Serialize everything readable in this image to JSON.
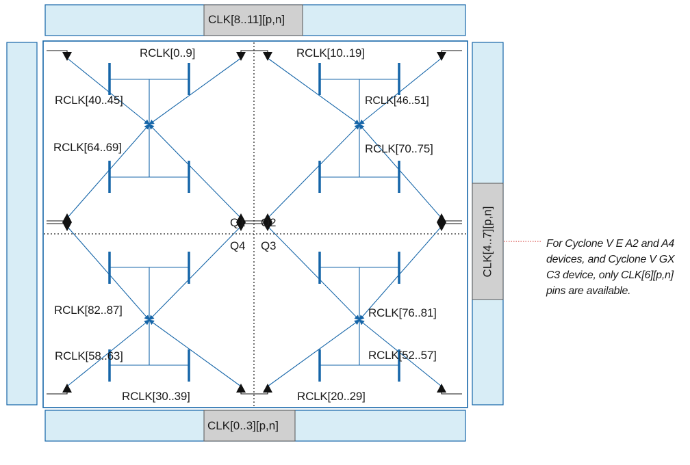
{
  "pins": {
    "top": "CLK[8..11][p,n]",
    "bottom": "CLK[0..3][p,n]",
    "right": "CLK[4..7][p,n]"
  },
  "quadrants": {
    "q1": "Q1",
    "q2": "Q2",
    "q3": "Q3",
    "q4": "Q4"
  },
  "rclk": {
    "q1_top": "RCLK[0..9]",
    "q2_top": "RCLK[10..19]",
    "q1_a": "RCLK[40..45]",
    "q1_b": "RCLK[64..69]",
    "q2_a": "RCLK[46..51]",
    "q2_b": "RCLK[70..75]",
    "q4_a": "RCLK[82..87]",
    "q4_b": "RCLK[58..63]",
    "q4_bottom": "RCLK[30..39]",
    "q3_a": "RCLK[76..81]",
    "q3_b": "RCLK[52..57]",
    "q3_bottom": "RCLK[20..29]"
  },
  "note": "For Cyclone V E A2 and A4 devices, and Cyclone V GX C3 device, only CLK[6][p,n] pins are available.",
  "colors": {
    "io_bank": "#d8edf6",
    "clock_pin_block": "#d0d0d0",
    "network": "#1565a8",
    "outline": "#1565a8",
    "note_leader": "#d9534f"
  }
}
